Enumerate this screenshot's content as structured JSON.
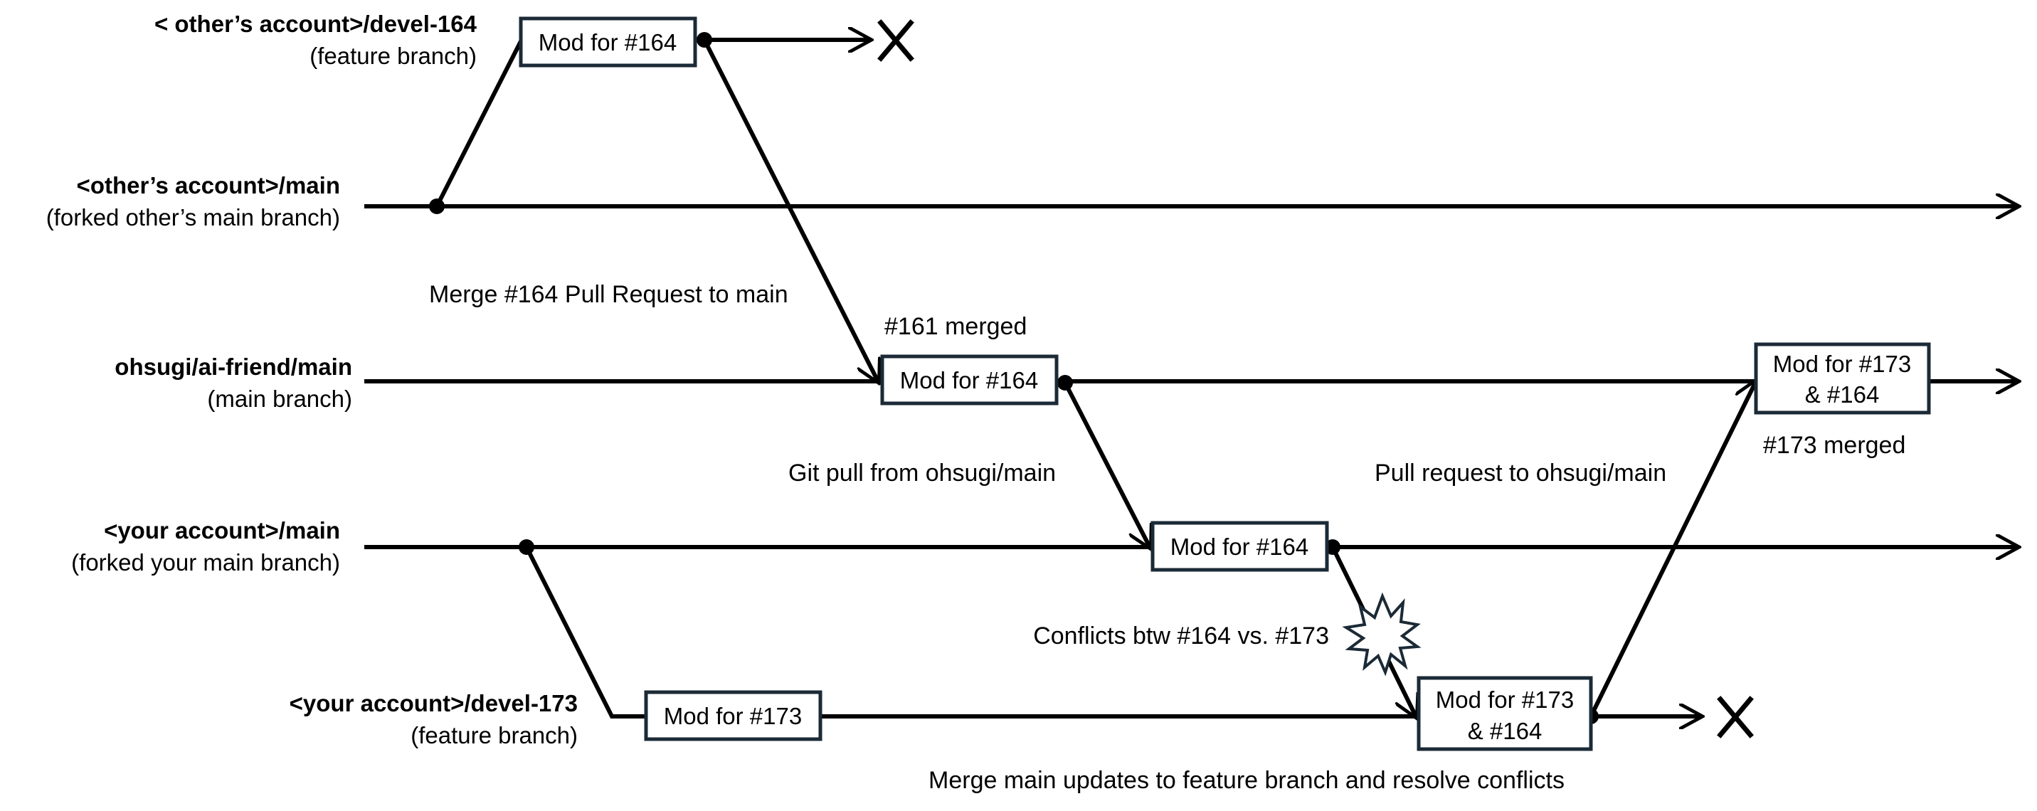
{
  "colors": {
    "line": "#000000",
    "box_border": "#1b2a36",
    "background": "#ffffff"
  },
  "branches": {
    "other_devel": {
      "name": "< other’s account>/devel-164",
      "desc": "(feature branch)"
    },
    "other_main": {
      "name": "<other’s account>/main",
      "desc": "(forked other’s main branch)"
    },
    "upstream": {
      "name": "ohsugi/ai-friend/main",
      "desc": "(main branch)"
    },
    "your_main": {
      "name": "<your account>/main",
      "desc": "(forked your main branch)"
    },
    "your_devel": {
      "name": "<your account>/devel-173",
      "desc": "(feature branch)"
    }
  },
  "commits": {
    "other_164": {
      "text": [
        "Mod for #164"
      ]
    },
    "upstream_164": {
      "text": [
        "Mod for #164"
      ]
    },
    "your_164": {
      "text": [
        "Mod for #164"
      ]
    },
    "devel_173": {
      "text": [
        "Mod for #173"
      ]
    },
    "devel_merged": {
      "text": [
        "Mod for #173",
        "& #164"
      ]
    },
    "upstream_final": {
      "text": [
        "Mod for #173",
        "& #164"
      ]
    }
  },
  "annotations": {
    "merge_pr_164": "Merge #164 Pull Request to main",
    "merged_161": "#161 merged",
    "git_pull": "Git pull from ohsugi/main",
    "pull_request": "Pull request to ohsugi/main",
    "merged_173": "#173 merged",
    "conflicts": "Conflicts btw #164 vs. #173",
    "merge_updates": "Merge main updates to feature branch and resolve conflicts"
  },
  "icons": {
    "deleted_marker": "x-mark-icon",
    "conflict_marker": "explosion-icon",
    "arrow": "arrowhead-icon"
  }
}
